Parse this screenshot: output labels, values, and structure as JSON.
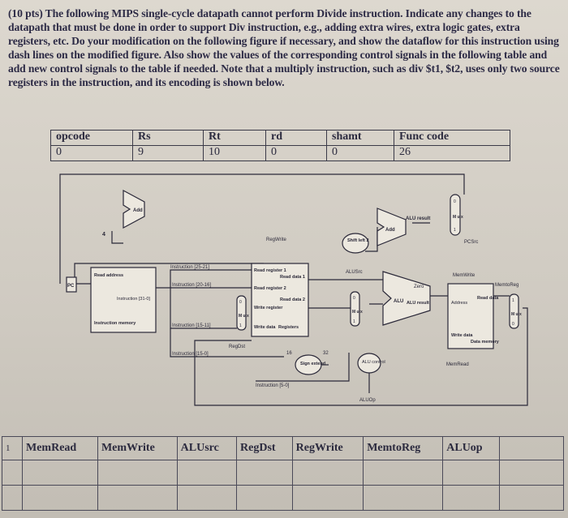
{
  "question": {
    "text": "(10 pts) The following MIPS single-cycle datapath cannot perform Divide instruction. Indicate any changes to the datapath that must be done in order to support Div instruction, e.g., adding extra wires, extra logic gates, extra registers, etc. Do your modification on the following figure if necessary, and show the dataflow for this instruction using dash lines on the modified figure. Also show the values of the corresponding control signals in the following table and add new control signals to the table if needed. Note that a multiply instruction, such as div $t1, $t2, uses only two source registers in the instruction, and its encoding is shown below."
  },
  "encoding": {
    "headers": [
      "opcode",
      "Rs",
      "Rt",
      "rd",
      "shamt",
      "Func code"
    ],
    "values": [
      "0",
      "9",
      "10",
      "0",
      "0",
      "26"
    ]
  },
  "datapath": {
    "add_top": "Add",
    "four": "4",
    "add_alu": "Add",
    "alu_result": "ALU result",
    "shift": "Shift left 2",
    "pcsrc": "PCSrc",
    "mux_top": "M u x",
    "regwrite": "RegWrite",
    "pc": "PC",
    "read_address": "Read address",
    "instruction_out": "Instruction [31-0]",
    "instruction_memory": "Instruction memory",
    "instr_25_21": "Instruction [25-21]",
    "instr_20_16": "Instruction [20-16]",
    "instr_15_11": "Instruction [15-11]",
    "instr_15_0_a": "Instruction [15-0]",
    "instr_15_0_b": "Instruction [5-0]",
    "read_reg1": "Read register 1",
    "read_reg2": "Read register 2",
    "write_reg": "Write register",
    "write_data": "Write data",
    "read_data1": "Read data 1",
    "read_data2": "Read data 2",
    "registers": "Registers",
    "regdst": "RegDst",
    "mux_regdst": "M u x",
    "sixteen": "16",
    "thirtytwo": "32",
    "sign_extend": "Sign extend",
    "alusrc": "ALUSrc",
    "mux_alusrc": "M u x",
    "zero": "Zero",
    "alu": "ALU",
    "alu_result2": "ALU result",
    "alu_control": "ALU control",
    "aluop": "ALUOp",
    "memwrite": "MemWrite",
    "memtoreg": "MemtoReg",
    "address": "Address",
    "read_data": "Read data",
    "dm_write_data": "Write data",
    "data_memory": "Data memory",
    "memread": "MemRead",
    "mux_mem": "M u x",
    "mux_mem_1": "1",
    "mux_mem_0": "0",
    "mux_top_0": "0",
    "mux_top_1": "1",
    "mux_regdst_0": "0",
    "mux_regdst_1": "1",
    "mux_alusrc_0": "0",
    "mux_alusrc_1": "1"
  },
  "signals": {
    "row_index": "1",
    "headers": [
      "MemRead",
      "MemWrite",
      "ALUsrc",
      "RegDst",
      "RegWrite",
      "MemtoReg",
      "ALUop"
    ]
  }
}
